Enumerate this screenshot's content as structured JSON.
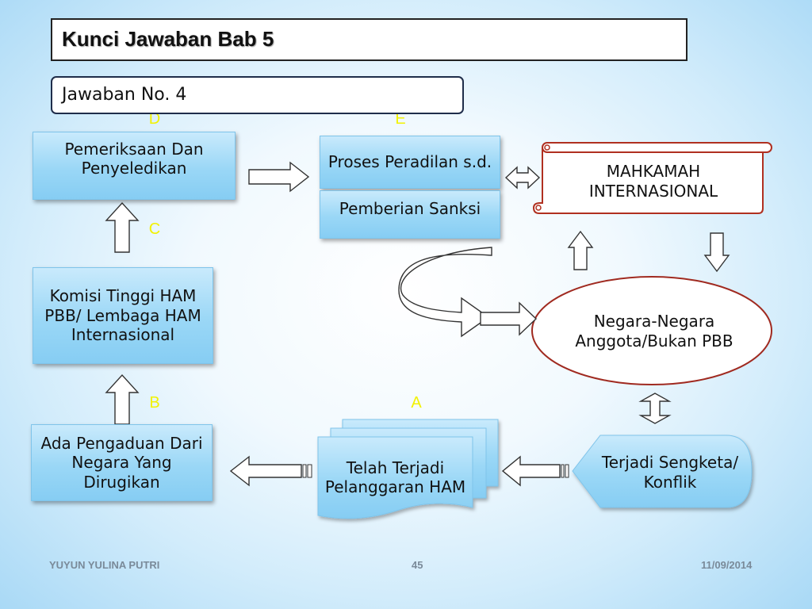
{
  "header": {
    "title": "Kunci Jawaban Bab 5",
    "subtitle": "Jawaban No. 4"
  },
  "nodes": {
    "pemeriksaan": "Pemeriksaan Dan Penyeledikan",
    "proses": "Proses Peradilan s.d.",
    "sanksi": "Pemberian Sanksi",
    "mahkamah": "MAHKAMAH INTERNASIONAL",
    "komisi": "Komisi Tinggi HAM PBB/ Lembaga HAM Internasional",
    "negara": "Negara-Negara Anggota/Bukan PBB",
    "pengaduan": "Ada Pengaduan Dari Negara Yang Dirugikan",
    "pelanggaran": "Telah Terjadi Pelanggaran HAM",
    "sengketa": "Terjadi Sengketa/ Konflik"
  },
  "labels": {
    "a": "A",
    "b": "B",
    "c": "C",
    "d": "D",
    "e": "E"
  },
  "footer": {
    "author": "YUYUN YULINA PUTRI",
    "page": "45",
    "date": "11/09/2014"
  },
  "colors": {
    "box_fill": "#9ad7f6",
    "label_yellow": "#f2f200",
    "scroll_border": "#b03020",
    "oval_border": "#a02a20"
  }
}
